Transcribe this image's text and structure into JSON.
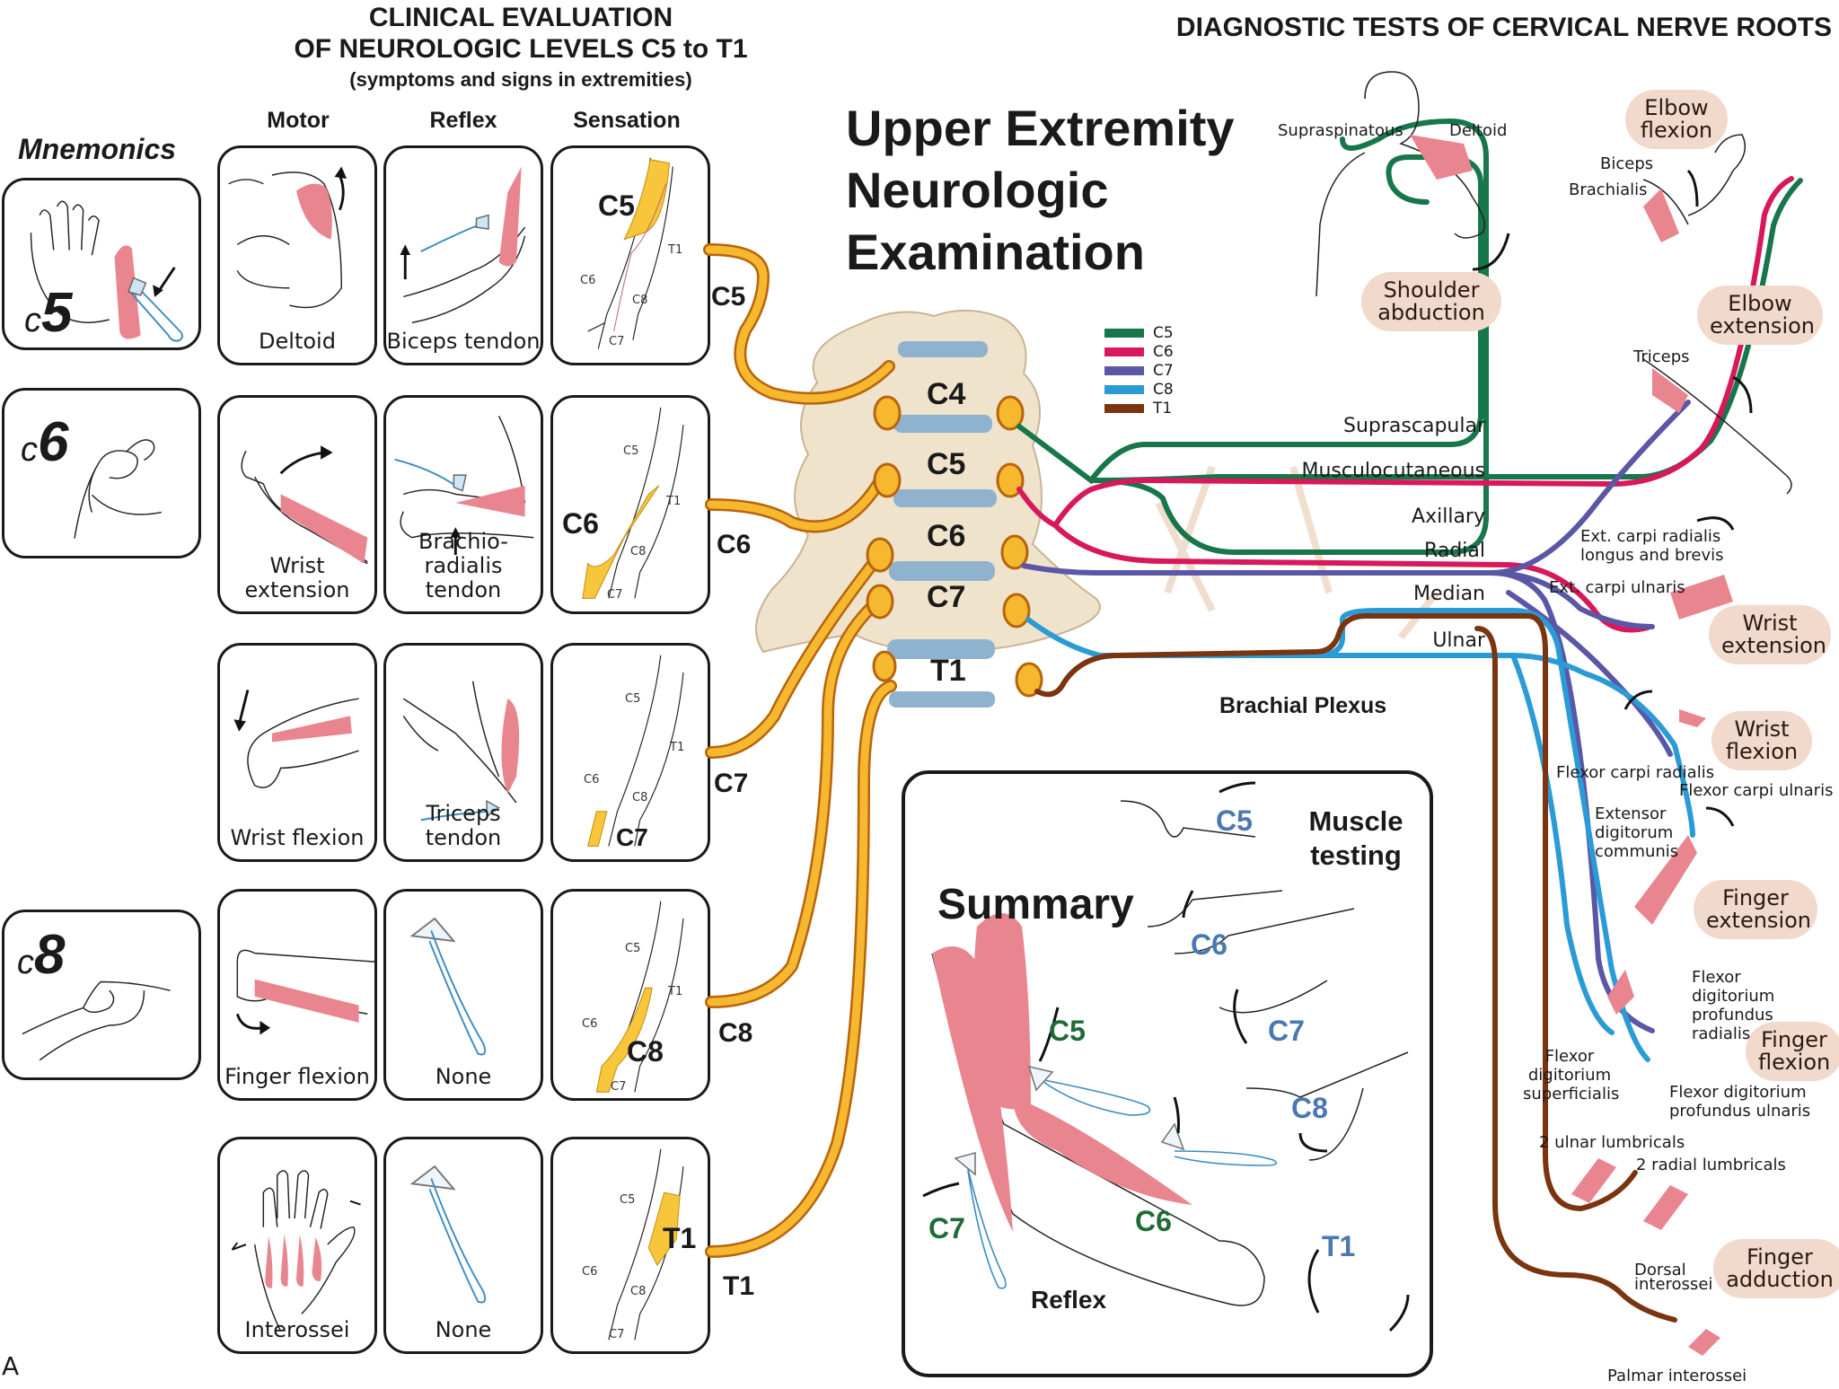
{
  "left_panel": {
    "title_line1": "CLINICAL EVALUATION",
    "title_line2": "OF NEUROLOGIC LEVELS C5 to T1",
    "subtitle": "(symptoms and signs in extremities)",
    "columns": [
      "Motor",
      "Reflex",
      "Sensation"
    ],
    "mnemonics_heading": "Mnemonics",
    "mnemonics": [
      {
        "prefix": "c",
        "number": "5"
      },
      {
        "prefix": "c",
        "number": "6"
      },
      {
        "prefix": "c",
        "number": "8"
      }
    ],
    "rows": [
      {
        "level": "C5",
        "motor": "Deltoid",
        "reflex": "Biceps tendon",
        "sensation_level": "C5"
      },
      {
        "level": "C6",
        "motor": "Wrist extension",
        "reflex": "Brachio-radialis tendon",
        "sensation_level": "C6"
      },
      {
        "level": "C7",
        "motor": "Wrist flexion",
        "reflex": "Triceps tendon",
        "sensation_level": "C7"
      },
      {
        "level": "C8",
        "motor": "Finger flexion",
        "reflex": "None",
        "sensation_level": "C8"
      },
      {
        "level": "T1",
        "motor": "Interossei",
        "reflex": "None",
        "sensation_level": "T1"
      }
    ],
    "dermatome_small_labels": [
      "C5",
      "C6",
      "C7",
      "C8",
      "T1"
    ],
    "figure_label": "A"
  },
  "center": {
    "title_line1": "Upper Extremity",
    "title_line2": "Neurologic",
    "title_line3": "Examination",
    "vertebrae": [
      "C4",
      "C5",
      "C6",
      "C7",
      "T1"
    ],
    "brachial_plexus_label": "Brachial Plexus",
    "nerve_root_color": "#f5b82e",
    "legend": [
      {
        "label": "C5",
        "color": "#17764a"
      },
      {
        "label": "C6",
        "color": "#d8185a"
      },
      {
        "label": "C7",
        "color": "#5a57a6"
      },
      {
        "label": "C8",
        "color": "#2b9bd6"
      },
      {
        "label": "T1",
        "color": "#7a3510"
      }
    ],
    "nerves": [
      "Suprascapular",
      "Musculocutaneous",
      "Axillary",
      "Radial",
      "Median",
      "Ulnar"
    ]
  },
  "right_panel": {
    "title": "DIAGNOSTIC TESTS OF CERVICAL NERVE ROOTS",
    "tests": [
      "Shoulder abduction",
      "Elbow flexion",
      "Elbow extension",
      "Wrist extension",
      "Wrist flexion",
      "Finger extension",
      "Finger flexion",
      "Finger adduction"
    ],
    "muscles": {
      "supraspinatous": "Supraspinatous",
      "deltoid": "Deltoid",
      "biceps": "Biceps",
      "brachialis": "Brachialis",
      "triceps": "Triceps",
      "ecrlb": "Ext. carpi radialis longus and brevis",
      "ecu": "Ext. carpi ulnaris",
      "fcr": "Flexor carpi radialis",
      "fcu": "Flexor carpi ulnaris",
      "edc": "Extensor digitorum communis",
      "fdpr": "Flexor digitorium profundus radialis",
      "fds": "Flexor digitorium superficialis",
      "fdpu": "Flexor digitorium profundus ulnaris",
      "ulnar_lumb": "2 ulnar lumbricals",
      "radial_lumb": "2 radial lumbricals",
      "dorsal_int": "Dorsal interossei",
      "palmar_int": "Palmar interossei"
    }
  },
  "summary": {
    "title": "Summary",
    "muscle_testing": "Muscle testing",
    "reflex": "Reflex",
    "muscle_levels": [
      "C5",
      "C6",
      "C7",
      "C8",
      "T1"
    ],
    "reflex_levels": [
      "C5",
      "C6",
      "C7"
    ],
    "muscle_level_color": "#4a78b0",
    "reflex_level_color": "#1f6b35"
  }
}
